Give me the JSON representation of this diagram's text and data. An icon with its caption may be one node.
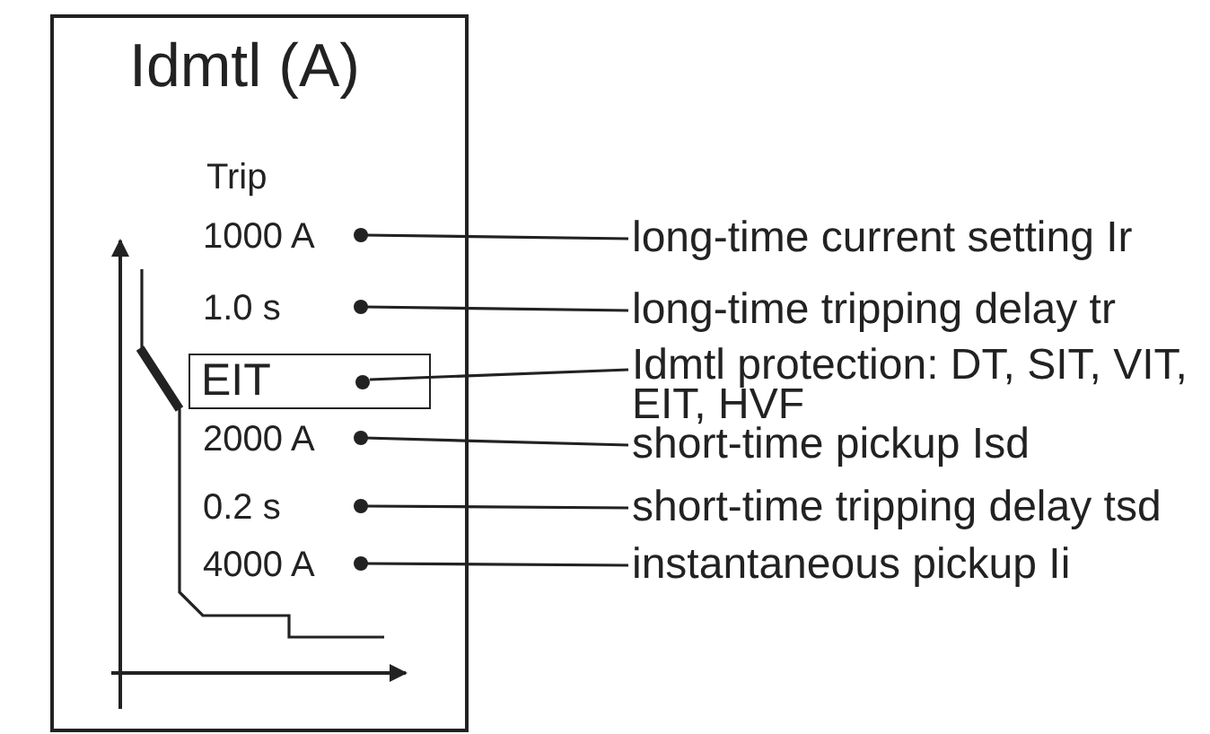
{
  "diagram": {
    "nodes": [
      {
        "text": [
          "Idmtl (A)"
        ]
      },
      {
        "text": [
          "1000 A"
        ],
        "in": 0
      },
      {
        "text": [
          "long-time current setting Ir"
        ]
      },
      {
        "text": [
          "1.0 s"
        ],
        "in": 0
      },
      {
        "text": [
          "long-time tripping delay tr"
        ]
      },
      {
        "text": [
          "EIT"
        ],
        "in": 0
      },
      {
        "text": [
          "Idmtl protection: DT, SIT, VIT, EIT, HVF"
        ]
      },
      {
        "text": [
          "2000 A"
        ],
        "in": 0
      },
      {
        "text": [
          "short-time pickup Isd"
        ]
      },
      {
        "text": [
          "0.2 s"
        ],
        "in": 0
      },
      {
        "text": [
          "short-time tripping delay tsd"
        ]
      },
      {
        "text": [
          "4000 A"
        ],
        "in": 0
      },
      {
        "text": [
          "instantaneous pickup Ii"
        ]
      }
    ],
    "edges": [
      {
        "from": 2,
        "to": 1,
        "arrow": "none"
      },
      {
        "from": 4,
        "to": 3,
        "arrow": "none"
      },
      {
        "from": 6,
        "to": 5,
        "arrow": "none"
      },
      {
        "from": 8,
        "to": 7,
        "arrow": "none"
      },
      {
        "from": 10,
        "to": 9,
        "arrow": "none"
      },
      {
        "from": 12,
        "to": 11,
        "arrow": "none"
      }
    ],
    "labels": [
      "Trip"
    ]
  }
}
